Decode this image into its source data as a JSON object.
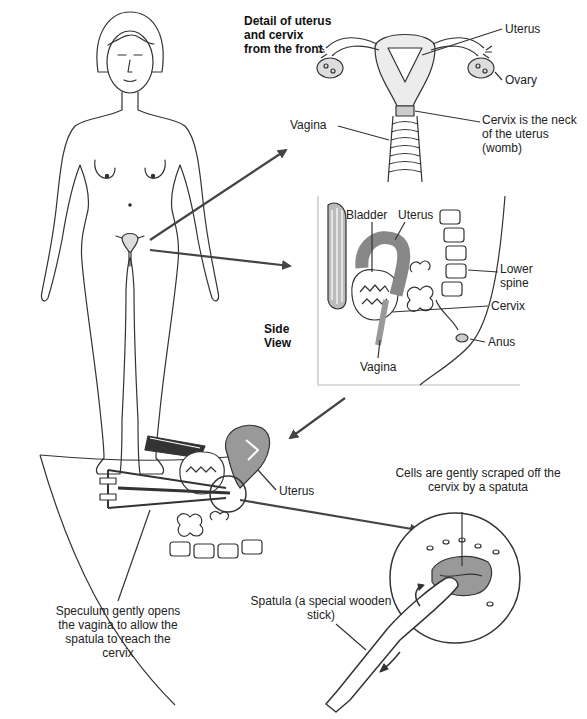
{
  "diagram": {
    "labels": [
      "Detail of uterus and cervix from the front",
      "Uterus",
      "Ovary",
      "Vagina",
      "Cervix is the neck of the uterus (womb)",
      "Bladder",
      "Uterus",
      "Lower spine",
      "Side View",
      "Cervix",
      "Anus",
      "Vagina",
      "Uterus",
      "Cells are gently scraped off the cervix by a spatuta",
      "Speculum gently opens the vagina to allow the spatula to reach the cervix",
      "Spatula (a special wooden stick)"
    ]
  }
}
